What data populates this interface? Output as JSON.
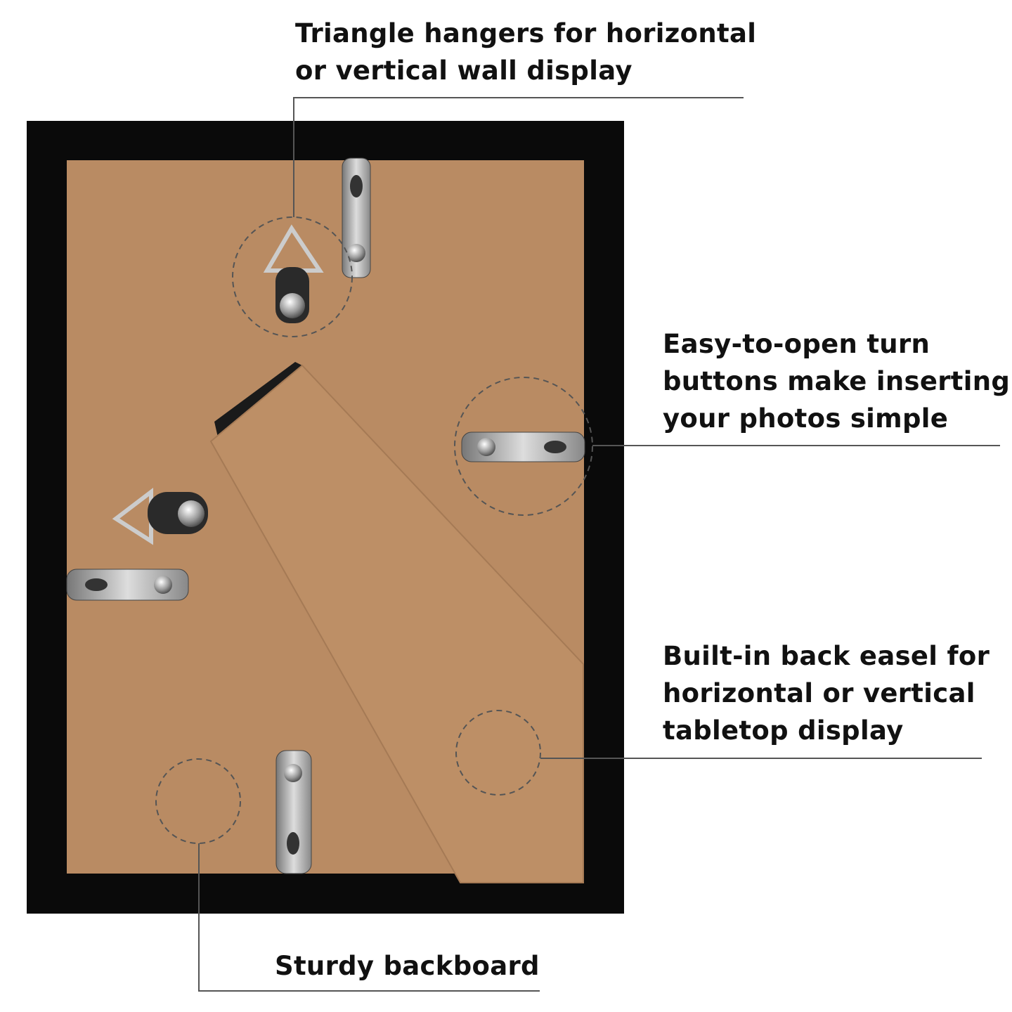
{
  "colors": {
    "frame": "#0a0a0a",
    "backboard": "#b98b63",
    "line": "#555555",
    "text": "#111111"
  },
  "callouts": {
    "hangers": {
      "lines": [
        "Triangle hangers for horizontal",
        "or vertical wall display"
      ]
    },
    "turn_buttons": {
      "lines": [
        "Easy-to-open turn",
        "buttons make inserting",
        "your photos simple"
      ]
    },
    "easel": {
      "lines": [
        "Built-in back easel for",
        "horizontal or vertical",
        "tabletop display"
      ]
    },
    "backboard": {
      "lines": [
        "Sturdy backboard"
      ]
    }
  }
}
